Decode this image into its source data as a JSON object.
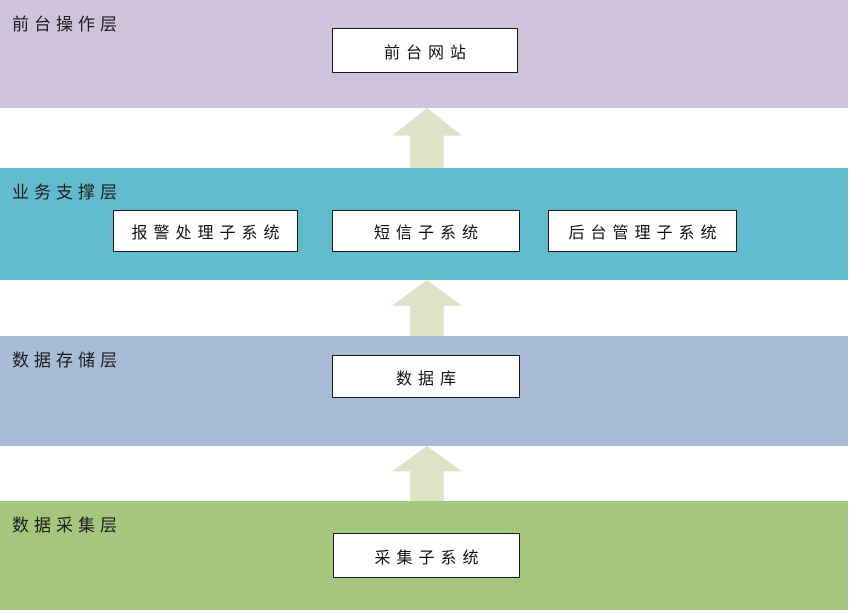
{
  "diagram": {
    "type": "layered-architecture",
    "flow_direction": "bottom-to-top",
    "arrow": {
      "color": "#dee3c8",
      "direction": "up",
      "count": 3
    },
    "layers": [
      {
        "label": "前台操作层",
        "color": "#cec3db",
        "boxes": [
          {
            "label": "前台网站"
          }
        ]
      },
      {
        "label": "业务支撑层",
        "color": "#60bccd",
        "boxes": [
          {
            "label": "报警处理子系统"
          },
          {
            "label": "短信子系统"
          },
          {
            "label": "后台管理子系统"
          }
        ]
      },
      {
        "label": "数据存储层",
        "color": "#a8bcd8",
        "boxes": [
          {
            "label": "数据库"
          }
        ]
      },
      {
        "label": "数据采集层",
        "color": "#a4c67d",
        "boxes": [
          {
            "label": "采集子系统"
          }
        ]
      }
    ]
  }
}
